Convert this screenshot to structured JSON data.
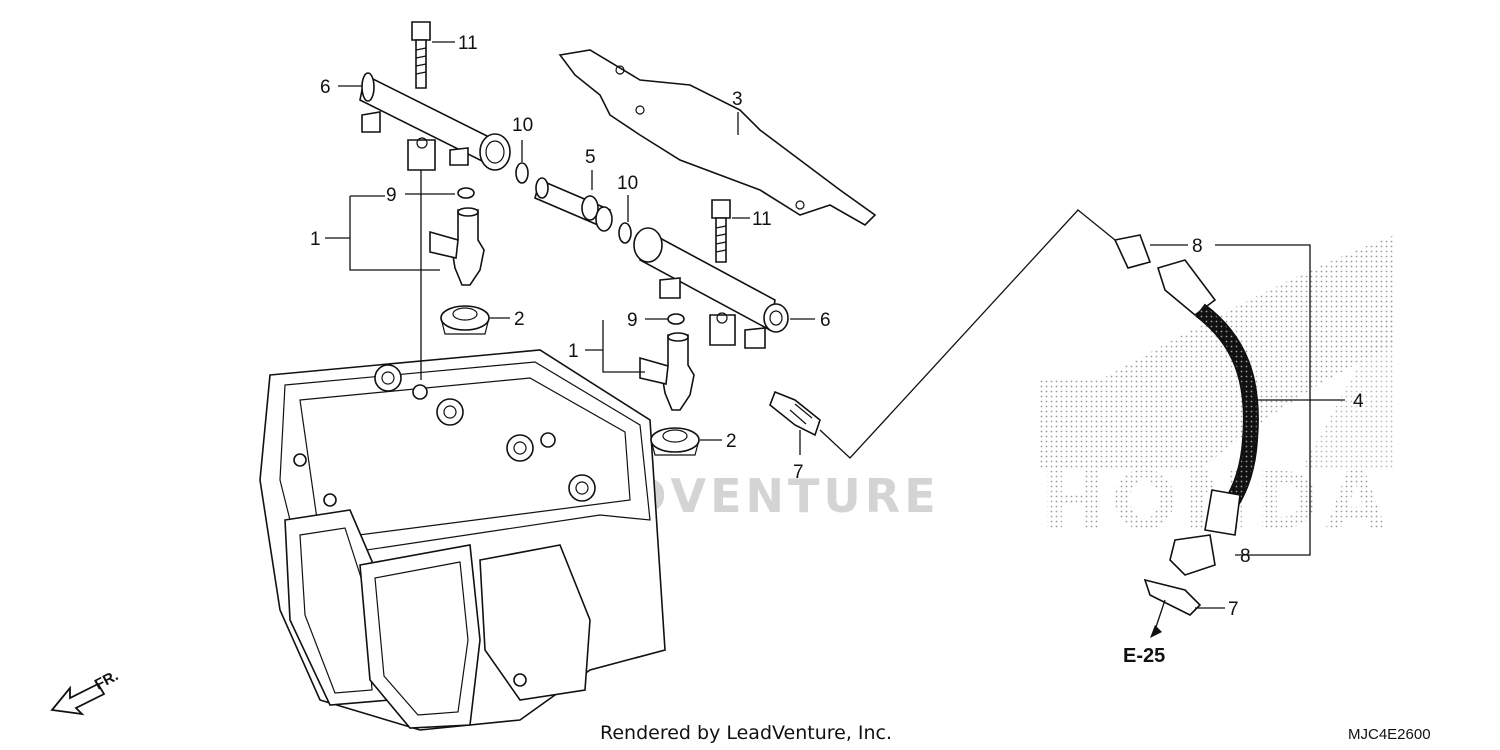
{
  "callouts": [
    {
      "id": "c11a",
      "text": "11"
    },
    {
      "id": "c6a",
      "text": "6"
    },
    {
      "id": "c10a",
      "text": "10"
    },
    {
      "id": "c5",
      "text": "5"
    },
    {
      "id": "c10b",
      "text": "10"
    },
    {
      "id": "c3",
      "text": "3"
    },
    {
      "id": "c9a",
      "text": "9"
    },
    {
      "id": "c1a",
      "text": "1"
    },
    {
      "id": "c2a",
      "text": "2"
    },
    {
      "id": "c11b",
      "text": "11"
    },
    {
      "id": "c9b",
      "text": "9"
    },
    {
      "id": "c6b",
      "text": "6"
    },
    {
      "id": "c1b",
      "text": "1"
    },
    {
      "id": "c2b",
      "text": "2"
    },
    {
      "id": "c7a",
      "text": "7"
    },
    {
      "id": "c8a",
      "text": "8"
    },
    {
      "id": "c4",
      "text": "4"
    },
    {
      "id": "c8b",
      "text": "8"
    },
    {
      "id": "c7b",
      "text": "7"
    }
  ],
  "reference": "E-25",
  "front_marker": "FR.",
  "watermark": "LEADVENTURE",
  "brand_watermark": "HONDA",
  "footer": "Rendered by LeadVenture, Inc.",
  "diagram_code": "MJC4E2600",
  "colors": {
    "line": "#111111",
    "watermark": "#d4d4d4",
    "brand_dots": "#9a9a9a"
  }
}
